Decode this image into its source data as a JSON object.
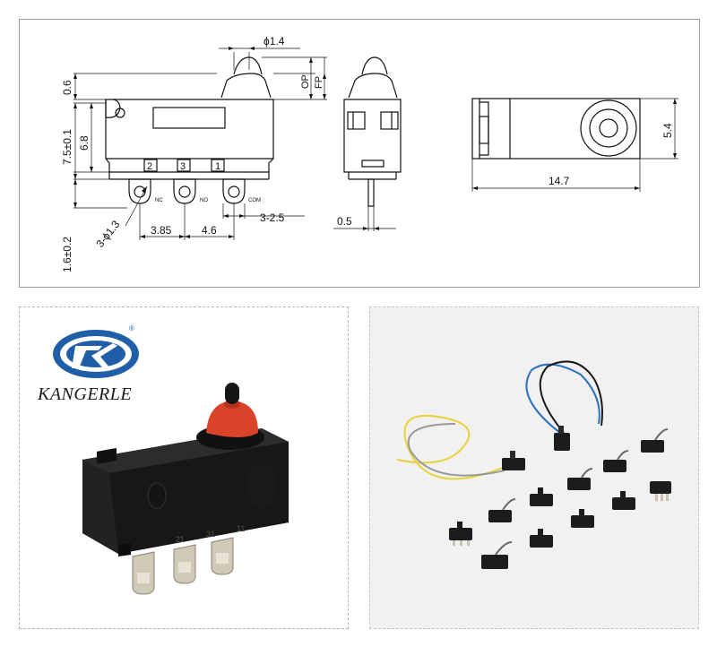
{
  "drawing": {
    "dims": {
      "pin_dia": "ϕ1.4",
      "op": "OP",
      "fp": "FP",
      "top_gap": "0.6",
      "body_h": "7.5±0.1",
      "inner_h": "6.8",
      "pin_len": "1.6±0.2",
      "holes": "3-ϕ1.3",
      "pitch1": "3.85",
      "pitch2": "4.6",
      "tab_w": "3-2.5",
      "thick": "0.5",
      "width": "5.4",
      "length": "14.7"
    },
    "terminals": [
      "2",
      "3",
      "1"
    ],
    "terminal_labels": {
      "nc": "NC",
      "no": "NO",
      "com": "COM"
    }
  },
  "product": {
    "brand": "KANGERLE",
    "registered": "®",
    "body_marks": [
      "21",
      "31",
      "11"
    ]
  },
  "colors": {
    "logo_blue": "#1f5fa8",
    "actuator_red": "#d9442b",
    "body_black": "#1c1c1c",
    "wire_yellow": "#e8d23a",
    "wire_blue": "#2a6fc0"
  }
}
